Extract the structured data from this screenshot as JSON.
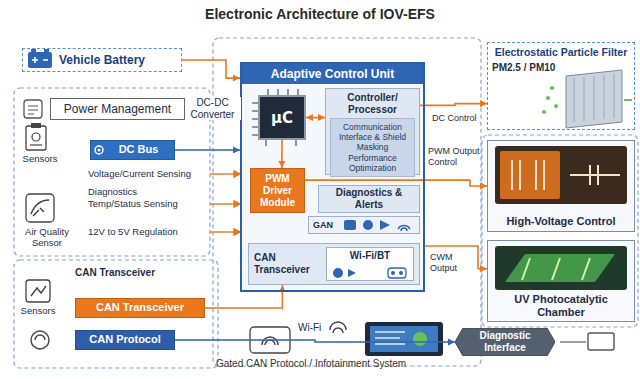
{
  "diagram": {
    "title": "Electronic Architecture of IOV-EFS",
    "nodes": [
      {
        "text": [
          "Vehicle Battery"
        ]
      },
      {
        "text": [
          "Adaptive Control Unit"
        ]
      },
      {
        "text": [
          "μC"
        ],
        "in": 1
      },
      {
        "text": [
          "Controller/ Processor"
        ],
        "in": 1
      },
      {
        "text": [
          "Communication Interface & Shield Masking Performance Optimization"
        ],
        "in": 3
      },
      {
        "text": [
          "PWM Driver Module"
        ],
        "in": 1
      },
      {
        "text": [
          "Diagnostics & Alerts"
        ],
        "in": 1
      },
      {
        "text": [
          "GAN"
        ],
        "in": 1
      },
      {
        "text": [
          "CAN Transceiver"
        ],
        "in": 1
      },
      {
        "text": [
          "Wi-Fi/BT"
        ],
        "in": 8
      },
      {
        "text": [
          "Power Management"
        ]
      },
      {
        "text": [
          "DC Bus"
        ]
      },
      {
        "text": [
          "Electrostatic Particle Filter",
          "PM2.5 / PM10"
        ]
      },
      {
        "text": [
          "High-Voltage Control"
        ]
      },
      {
        "text": [
          "UV Photocatalytic Chamber"
        ]
      },
      {
        "text": [
          "CAN Transceiver"
        ]
      },
      {
        "text": [
          "CAN Protocol"
        ]
      },
      {
        "text": [
          "Diagnostic Interface"
        ]
      }
    ],
    "edges": [
      {
        "from": 0,
        "to": 1,
        "arrow": "to"
      },
      {
        "from": 10,
        "to": 1,
        "label": "DC-DC Converter",
        "arrow": "to"
      },
      {
        "from": 11,
        "to": 1,
        "arrow": "to"
      },
      {
        "from": 3,
        "to": 12,
        "arrow": "to"
      },
      {
        "from": 5,
        "to": 13,
        "arrow": "to"
      },
      {
        "from": 1,
        "to": 14,
        "arrow": "to"
      },
      {
        "from": 15,
        "to": 8,
        "arrow": "to"
      },
      {
        "from": 16,
        "to": 17,
        "arrow": "to"
      },
      {
        "from": 2,
        "to": 5,
        "arrow": "to"
      },
      {
        "from": 2,
        "to": 3,
        "arrow": "both"
      }
    ],
    "labels": [
      "Sensors",
      "Voltage/Current Sensing",
      "Diagnostics",
      "Temp/Status Sensing",
      "Air Quality Sensor",
      "12V to 5V Regulation",
      "DC Control",
      "PWM Output Control",
      "CWM Output",
      "CAN Transceiver",
      "Sensors",
      "Wi-Fi",
      "Gated CAN Protocol / Infotainment System"
    ]
  }
}
